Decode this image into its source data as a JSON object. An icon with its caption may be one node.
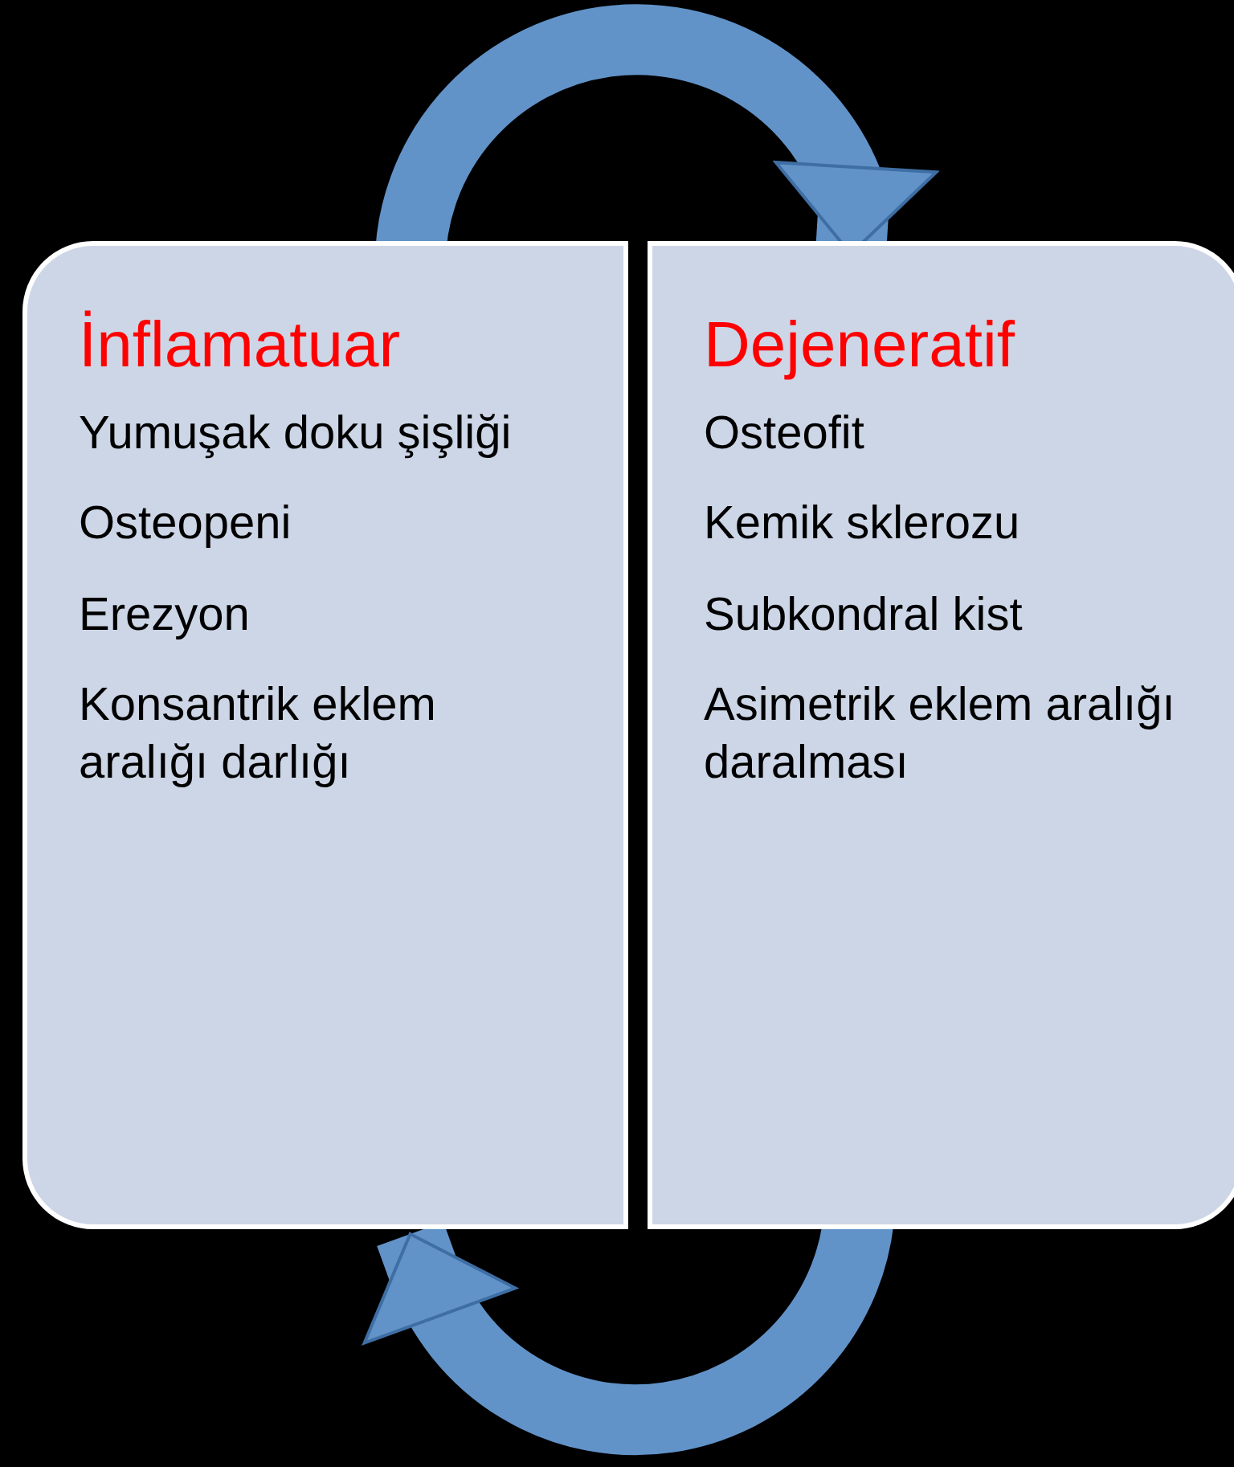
{
  "diagram": {
    "nodes": [
      {
        "text": [
          "İnflamatuar",
          "Yumuşak doku şişliği",
          "Osteopeni",
          "Erezyon",
          "Konsantrik eklem aralığı darlığı"
        ]
      },
      {
        "text": [
          "Dejeneratif",
          "Osteofit",
          "Kemik sklerozu",
          "Subkondral kist",
          "Asimetrik eklem aralığı daralması"
        ]
      }
    ],
    "edges": [
      {
        "from": 0,
        "to": 1,
        "arrow": "to"
      },
      {
        "from": 1,
        "to": 0,
        "arrow": "to"
      }
    ]
  }
}
